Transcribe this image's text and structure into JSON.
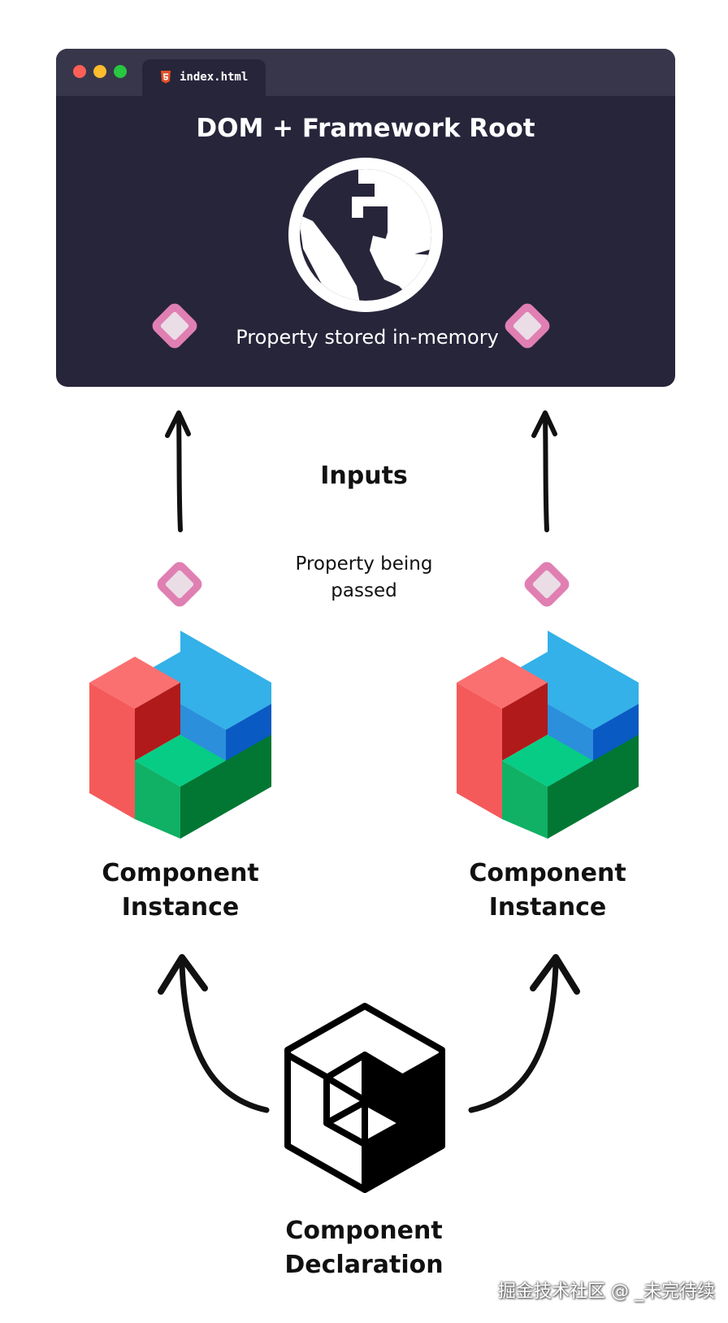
{
  "window": {
    "tab_label": "index.html",
    "title": "DOM + Framework Root",
    "memory_label": "Property stored in-memory",
    "dot_colors": [
      "#fe5f57",
      "#febc2e",
      "#28c840"
    ]
  },
  "labels": {
    "inputs": "Inputs",
    "property_passed": "Property being passed",
    "instance_left": "Component Instance",
    "instance_right": "Component Instance",
    "declaration": "Component Declaration"
  },
  "watermark": "掘金技术社区 @ _未完待续",
  "colors": {
    "window_bg": "#27253a",
    "titlebar_bg": "#38364b",
    "diamond_outer": "#e07fb2",
    "diamond_inner": "#eadde6",
    "html5_orange": "#e34f26"
  },
  "icons": {
    "globe": "globe-icon",
    "property": "diamond-property-icon",
    "instance": "colored-cube-icon",
    "declaration": "outline-cube-icon",
    "tab": "html5-icon"
  }
}
